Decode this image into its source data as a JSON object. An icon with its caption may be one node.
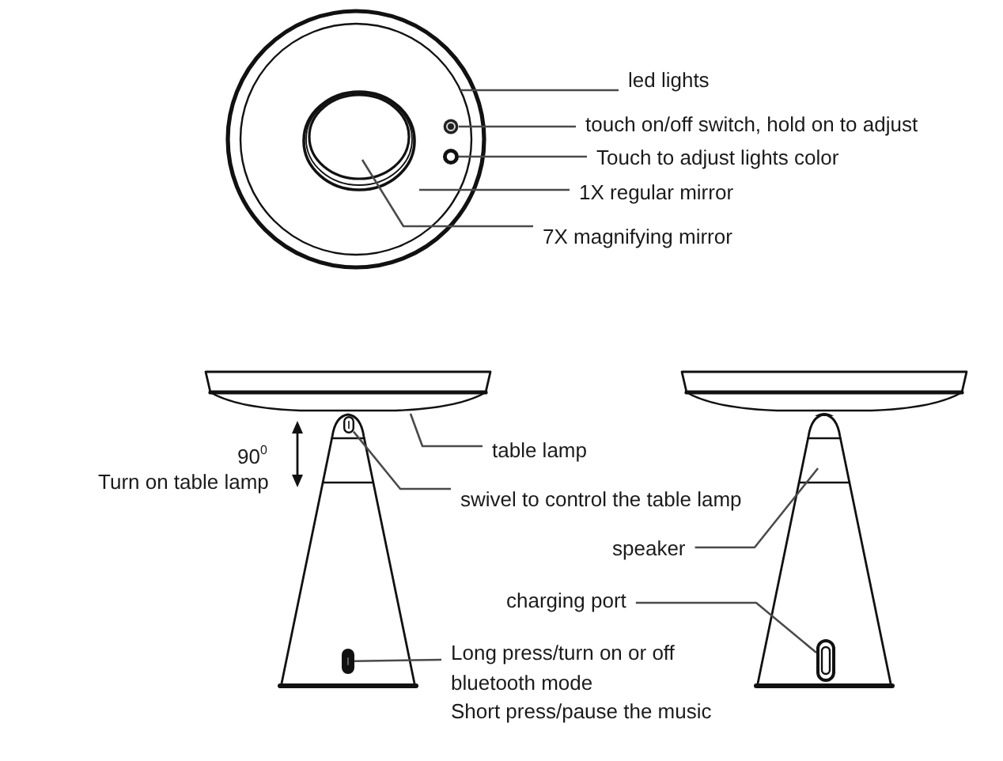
{
  "diagram": {
    "nodes": [
      {
        "text": [
          "led lights"
        ]
      },
      {
        "text": [
          "touch on/off switch, hold on to adjust"
        ]
      },
      {
        "text": [
          "Touch to adjust lights color"
        ]
      },
      {
        "text": [
          "1X regular mirror"
        ]
      },
      {
        "text": [
          "7X magnifying mirror"
        ]
      },
      {
        "text": [
          "table lamp"
        ]
      },
      {
        "text": [
          "swivel to control the table lamp"
        ]
      },
      {
        "text": [
          "speaker"
        ]
      },
      {
        "text": [
          "charging port"
        ]
      },
      {
        "text": [
          "Long press/turn on or off bluetooth mode",
          "Short press/pause the music"
        ]
      },
      {
        "text": [],
        "shape": "circle"
      },
      {
        "text": [],
        "shape": "circle"
      },
      {
        "text": [],
        "shape": "box"
      },
      {
        "text": [],
        "shape": "box"
      },
      {
        "text": [],
        "shape": "box"
      }
    ],
    "edges": [
      {
        "from": 0,
        "to": null,
        "arrow": "none"
      },
      {
        "from": 1,
        "to": 10,
        "arrow": "none"
      },
      {
        "from": 2,
        "to": 11,
        "arrow": "none"
      },
      {
        "from": 3,
        "to": null,
        "arrow": "none"
      },
      {
        "from": 4,
        "to": null,
        "arrow": "none"
      },
      {
        "from": 5,
        "to": null,
        "arrow": "none"
      },
      {
        "from": 6,
        "to": 12,
        "arrow": "none"
      },
      {
        "from": 7,
        "to": null,
        "arrow": "none"
      },
      {
        "from": 8,
        "to": 14,
        "arrow": "none"
      },
      {
        "from": 9,
        "to": 13,
        "arrow": "none"
      }
    ],
    "labels": [
      "90$^{0}$",
      "Turn on table lamp"
    ]
  }
}
